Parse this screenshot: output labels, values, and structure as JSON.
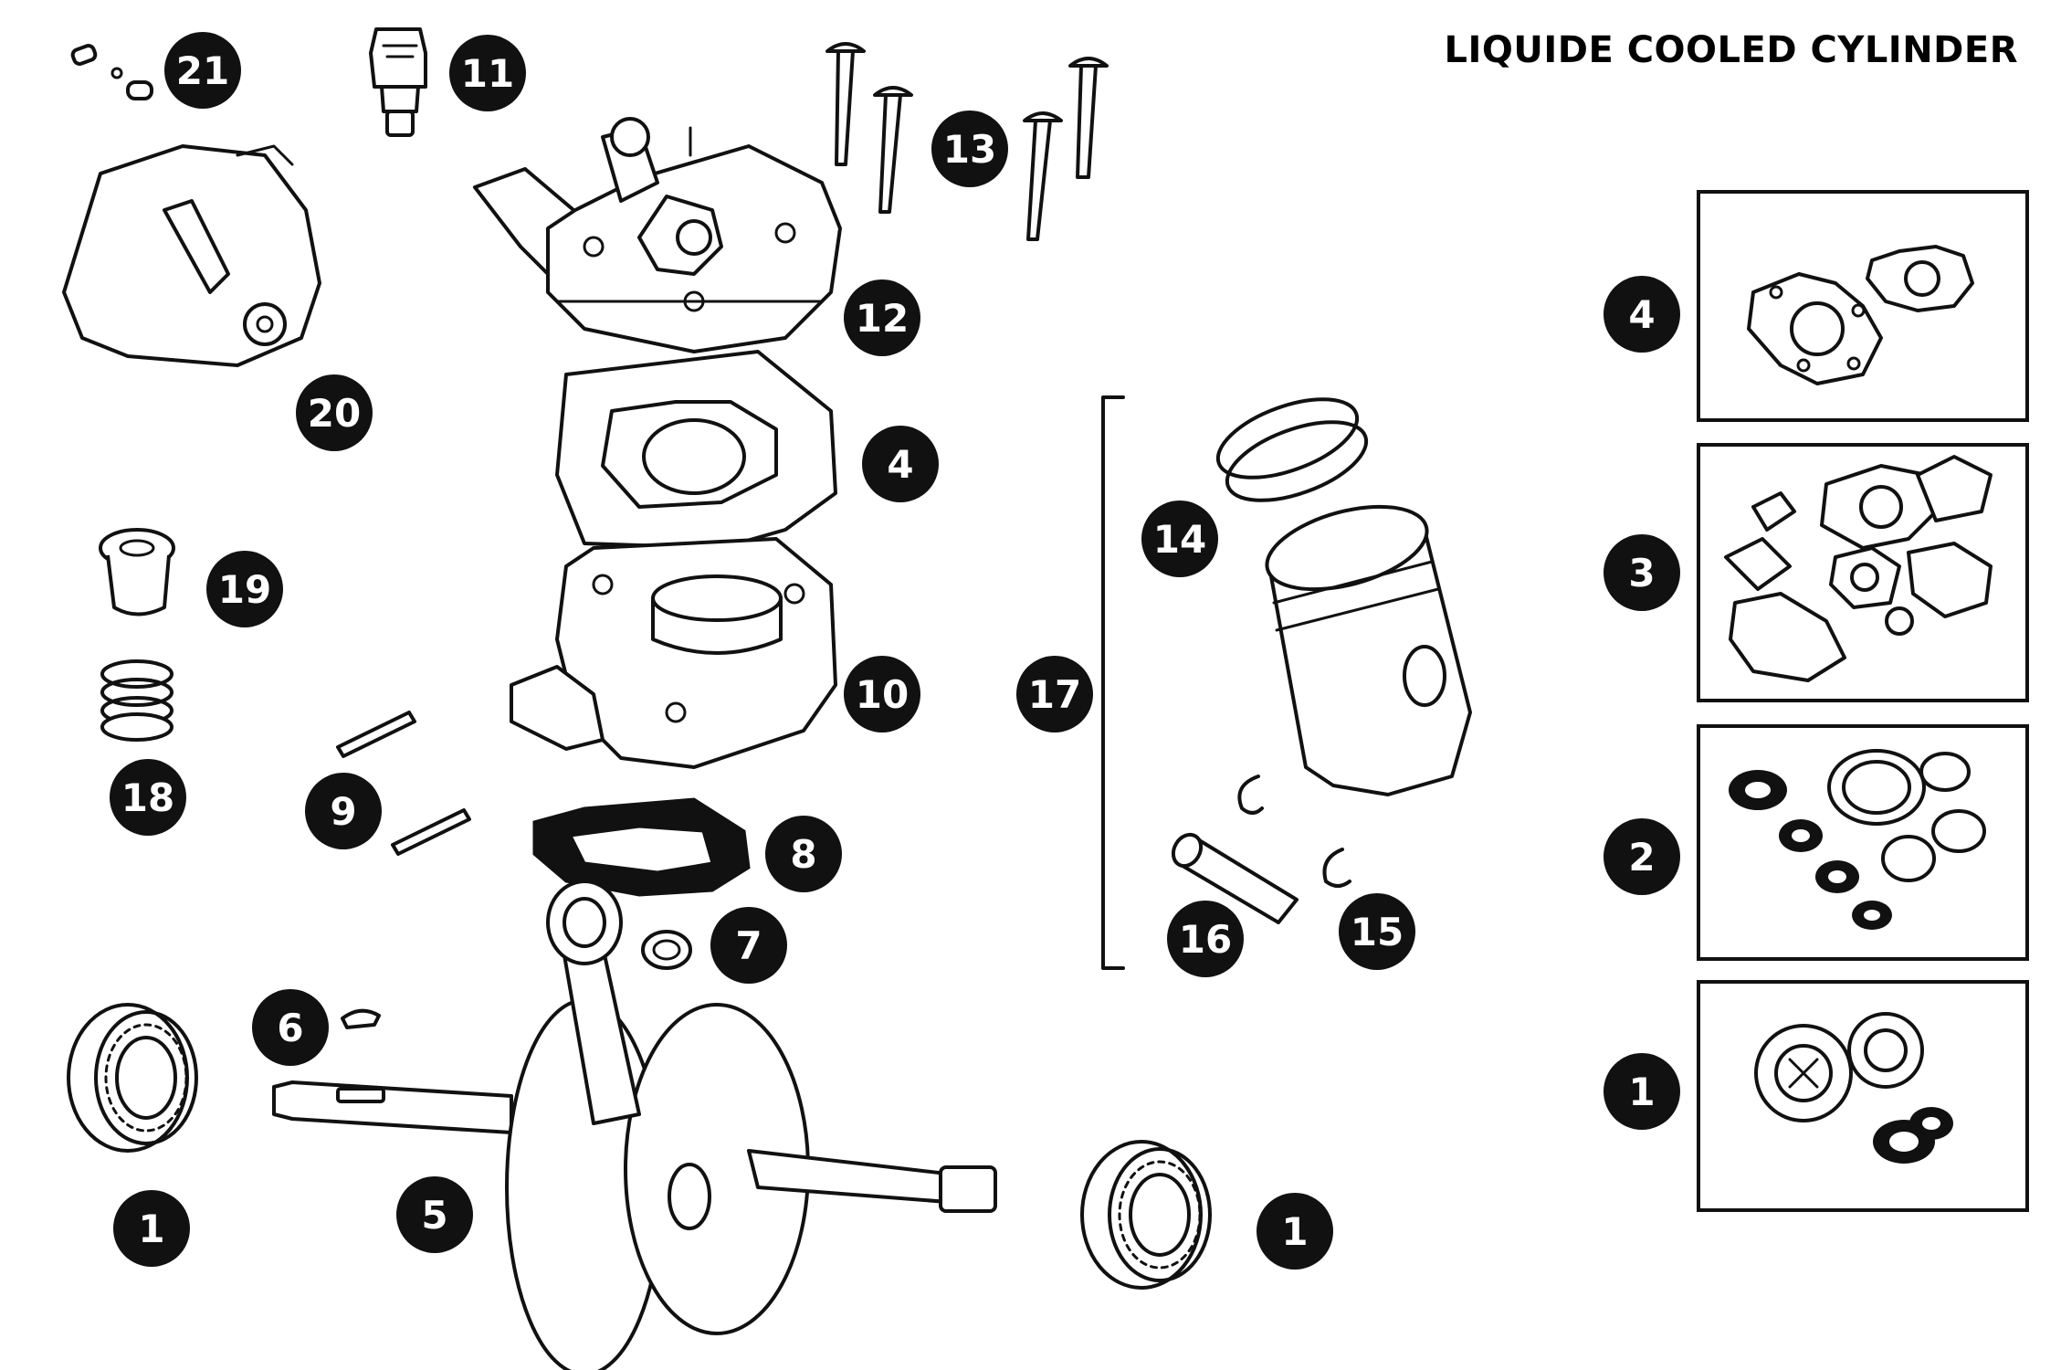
{
  "title": "LIQUIDE COOLED CYLINDER",
  "callouts": {
    "c21": "21",
    "c11": "11",
    "c13": "13",
    "c12": "12",
    "c20": "20",
    "c4": "4",
    "c10": "10",
    "c19": "19",
    "c18": "18",
    "c9": "9",
    "c8": "8",
    "c7": "7",
    "c6": "6",
    "c1a": "1",
    "c5": "5",
    "c1b": "1",
    "c17": "17",
    "c14": "14",
    "c16": "16",
    "c15": "15"
  },
  "kits": {
    "k4": "4",
    "k3": "3",
    "k2": "2",
    "k1": "1"
  },
  "colors": {
    "ink": "#111111",
    "paper": "#ffffff"
  }
}
